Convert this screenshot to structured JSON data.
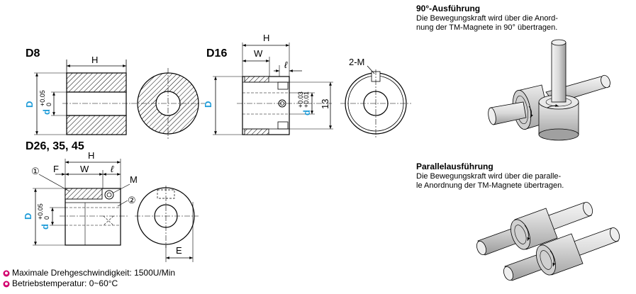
{
  "views": {
    "d8": {
      "title": "D8",
      "h": "H",
      "d_outer": "D",
      "d_inner": "d",
      "tol_plus": "+0.05",
      "tol_zero": "0"
    },
    "d16": {
      "title": "D16",
      "h": "H",
      "w": "W",
      "l": "ℓ",
      "d_outer": "D",
      "d_inner": "d",
      "tol_plus": "+0.03",
      "tol_plus2": "+0.01",
      "dim13": "13",
      "label_2m": "2-M"
    },
    "d26": {
      "title": "D26, 35, 45",
      "h": "H",
      "w": "W",
      "f": "F",
      "l": "ℓ",
      "m": "M",
      "e": "E",
      "d_outer": "D",
      "d_inner": "d",
      "tol_plus": "+0.05",
      "tol_zero": "0",
      "marker1": "①",
      "marker2": "②"
    }
  },
  "right": {
    "ninety": {
      "title": "90°-Ausführung",
      "line1": "Die Bewegungskraft wird über die Anord-",
      "line2": "nung der TM-Magnete in 90° übertragen."
    },
    "parallel": {
      "title": "Parallelausführung",
      "line1": "Die Bewegungskraft wird über die paralle-",
      "line2": "le Anordnung der TM-Magnete übertragen."
    }
  },
  "notes": [
    {
      "icon": "spec-marker-icon",
      "text": "Maximale Drehgeschwindigkeit: 1500U/Min"
    },
    {
      "icon": "spec-marker-icon",
      "text": "Betriebstemperatur: 0~60°C"
    }
  ],
  "colors": {
    "accent": "#1d9bd8",
    "marker": "#d2006e"
  }
}
